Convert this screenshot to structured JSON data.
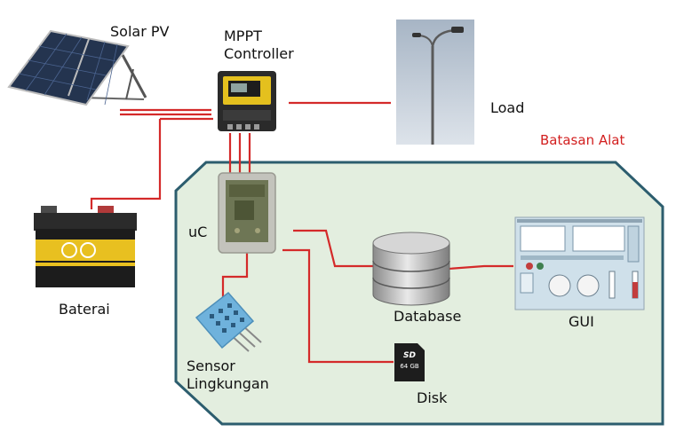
{
  "labels": {
    "solar_pv": "Solar PV",
    "mppt_line1": "MPPT",
    "mppt_line2": "Controller",
    "load": "Load",
    "boundary": "Batasan Alat",
    "baterai": "Baterai",
    "uc": "uC",
    "database": "Database",
    "gui": "GUI",
    "sensor_line1": "Sensor",
    "sensor_line2": "Lingkungan",
    "disk": "Disk",
    "sd_logo": "SD",
    "sd_capacity": "64 GB"
  },
  "colors": {
    "wire": "#d42a2a",
    "boundary_fill": "#e3eedf",
    "boundary_stroke": "#2c5d6e",
    "boundary_text": "#d21f1f"
  },
  "icons": [
    "solar-panel-icon",
    "mppt-controller-icon",
    "street-lamp-icon",
    "car-battery-icon",
    "microcontroller-board-icon",
    "database-cylinder-icon",
    "gui-screenshot-icon",
    "humidity-sensor-icon",
    "sd-card-icon"
  ]
}
